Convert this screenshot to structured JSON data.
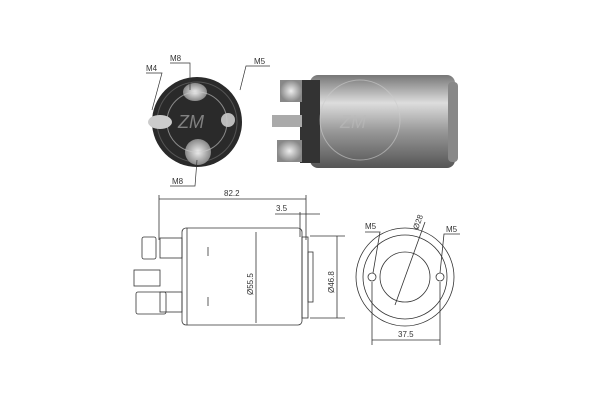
{
  "photo_labels": {
    "m4": "M4",
    "m8_top": "M8",
    "m5": "M5",
    "m8_bottom": "M8"
  },
  "dimensions": {
    "length": "82.2",
    "flange": "3.5",
    "body_dia": "Ø55.5",
    "nose_dia": "Ø46.8",
    "bolt_spacing": "37.5",
    "bore_dia": "Ø28",
    "hole_left": "M5",
    "hole_right": "M5"
  },
  "watermark": "ZM"
}
